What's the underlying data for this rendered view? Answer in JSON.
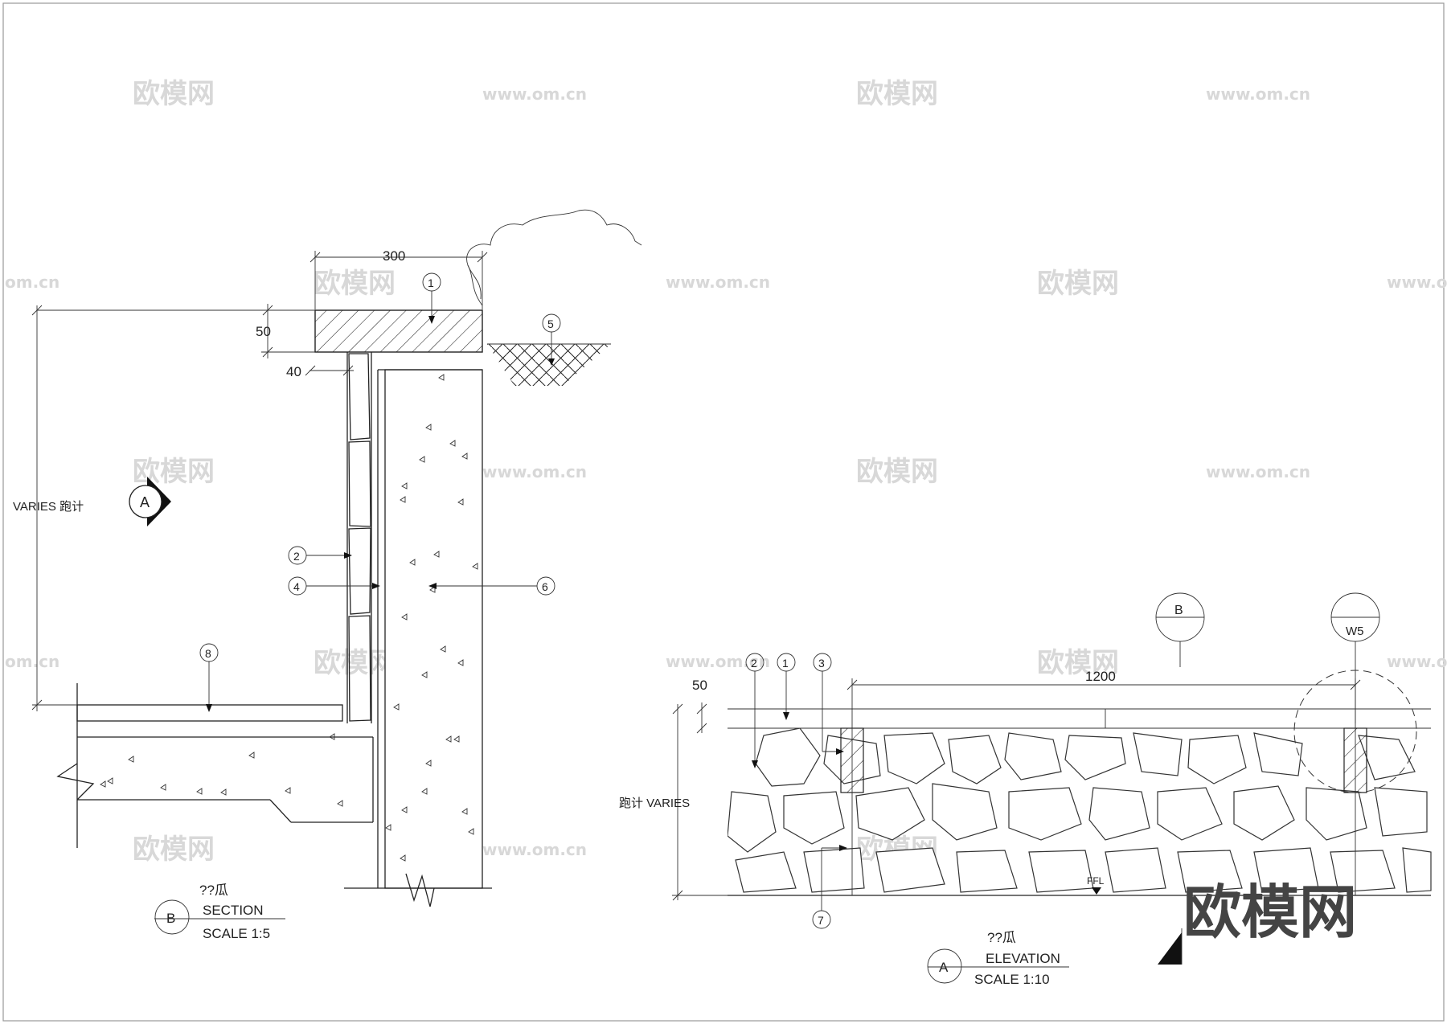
{
  "section": {
    "dim_width": "300",
    "dim_cap": "50",
    "dim_joint": "40",
    "dim_height": "VARIES 跑计",
    "callouts": [
      "1",
      "2",
      "4",
      "5",
      "6",
      "8"
    ],
    "section_marker": "A",
    "title_cn": "??瓜",
    "title": "SECTION",
    "scale": "SCALE 1:5",
    "title_marker": "B"
  },
  "elevation": {
    "dim_width": "1200",
    "dim_cap": "50",
    "dim_height": "跑计 VARIES",
    "callouts": [
      "2",
      "1",
      "3",
      "7"
    ],
    "ref_marker_b": "B",
    "ref_marker_w": "W5",
    "ffl_label": "FFL",
    "title_cn": "??瓜",
    "title": "ELEVATION",
    "scale": "SCALE 1:10",
    "title_marker": "A"
  },
  "watermarks": {
    "cn": "欧模网",
    "url": "www.om.cn",
    "url_partial": "om.cn"
  },
  "brand_logo": "欧模网"
}
